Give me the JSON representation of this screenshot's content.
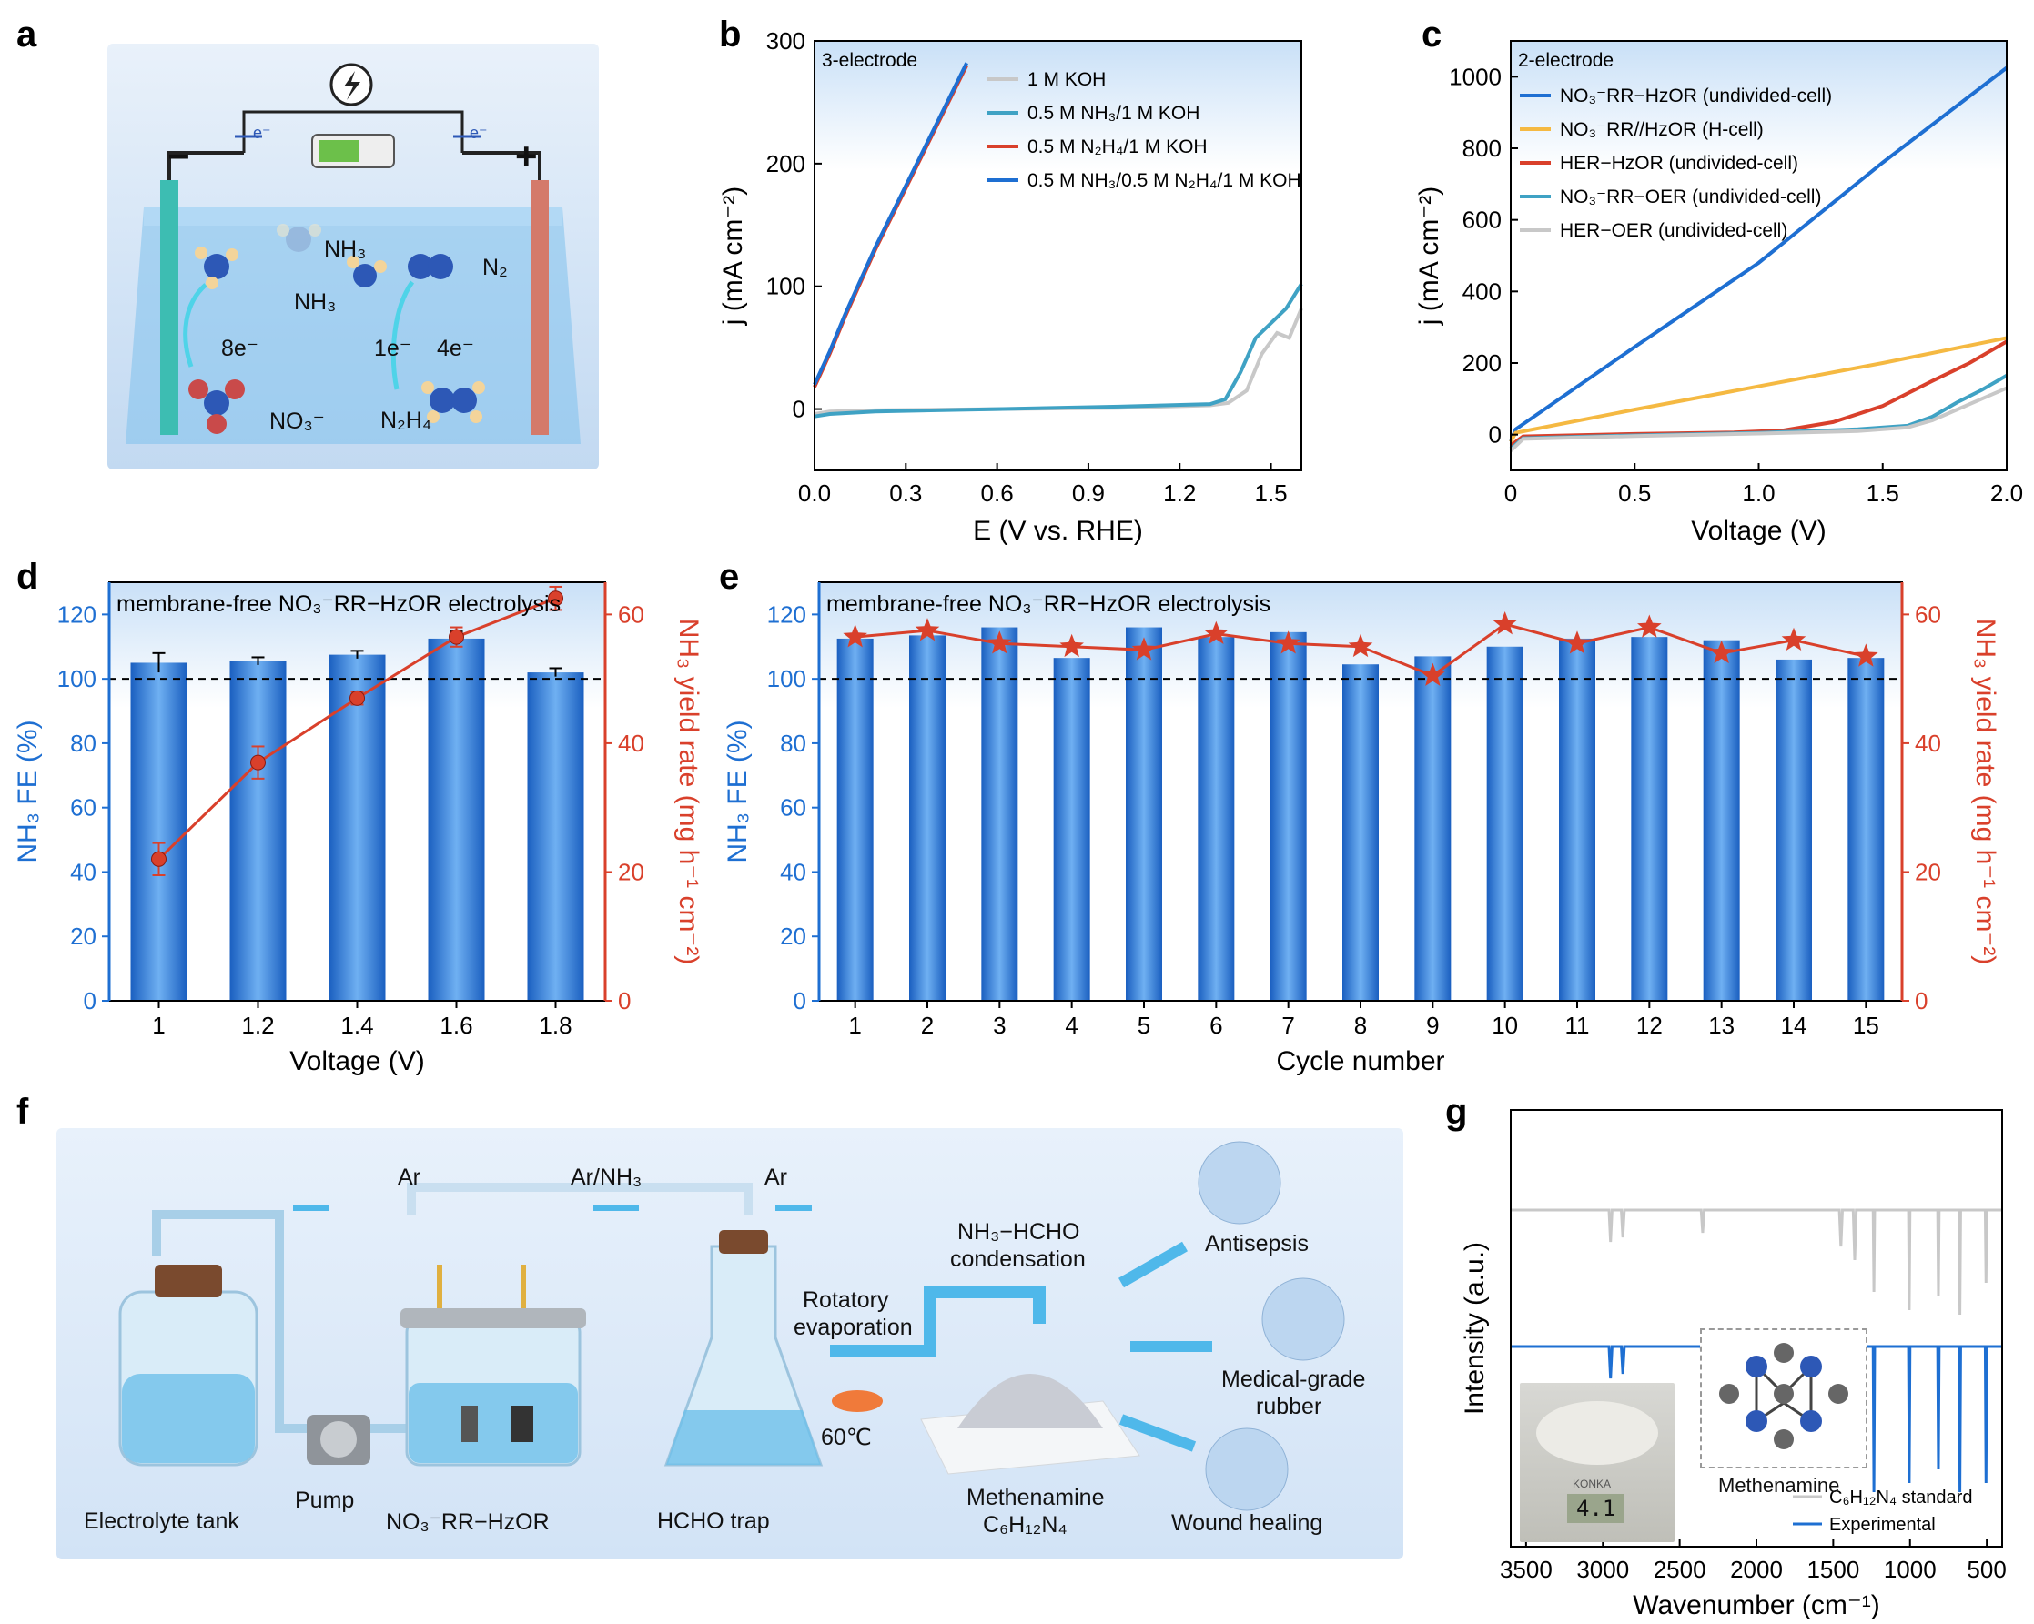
{
  "panel_labels": {
    "a": "a",
    "b": "b",
    "c": "c",
    "d": "d",
    "e": "e",
    "f": "f",
    "g": "g"
  },
  "panel_a": {
    "minus": "−",
    "plus": "+",
    "electron": "e⁻",
    "nh3_top": "NH₃",
    "nh3_left": "NH₃",
    "n2": "N₂",
    "e8": "8e⁻",
    "e1": "1e⁻",
    "e4": "4e⁻",
    "no3": "NO₃⁻",
    "n2h4": "N₂H₄"
  },
  "panel_f": {
    "ar1": "Ar",
    "arnh3": "Ar/NH₃",
    "ar2": "Ar",
    "electrolyte_tank": "Electrolyte tank",
    "pump": "Pump",
    "cell": "NO₃⁻RR−HzOR",
    "trap": "HCHO trap",
    "condensation_line1": "NH₃−HCHO",
    "condensation_line2": "condensation",
    "rot1": "Rotatory",
    "rot2": "evaporation",
    "temp": "60℃",
    "product1": "Methenamine",
    "product2": "C₆H₁₂N₄",
    "app1": "Antisepsis",
    "app2a": "Medical-grade",
    "app2b": "rubber",
    "app3": "Wound healing"
  },
  "panel_g_extra": {
    "inset_label": "Methenamine",
    "scale_brand": "KONKA",
    "scale_reading": "4.1"
  },
  "chart_data": [
    {
      "id": "b",
      "type": "line",
      "annotation": "3-electrode",
      "xlabel": "E (V vs. RHE)",
      "ylabel": "j (mA cm⁻²)",
      "xlim": [
        0,
        1.6
      ],
      "ylim": [
        -50,
        300
      ],
      "xticks": [
        "0.0",
        "0.3",
        "0.6",
        "0.9",
        "1.2",
        "1.5"
      ],
      "xtick_values": [
        0,
        0.3,
        0.6,
        0.9,
        1.2,
        1.5
      ],
      "yticks": [
        "0",
        "100",
        "200",
        "300"
      ],
      "ytick_values": [
        0,
        100,
        200,
        300
      ],
      "legend_position": "top-right",
      "series": [
        {
          "name": "1 M KOH",
          "color": "#c8c8c8",
          "x": [
            0,
            0.05,
            0.2,
            0.6,
            1.0,
            1.3,
            1.36,
            1.42,
            1.47,
            1.52,
            1.56,
            1.6
          ],
          "y": [
            -4,
            -2,
            -1,
            0,
            1,
            3,
            5,
            15,
            45,
            62,
            58,
            82
          ]
        },
        {
          "name": "0.5 M NH₃/1 M KOH",
          "color": "#3fa2c4",
          "x": [
            0,
            0.05,
            0.2,
            0.6,
            1.0,
            1.3,
            1.35,
            1.4,
            1.45,
            1.5,
            1.55,
            1.6
          ],
          "y": [
            -6,
            -4,
            -2,
            0,
            2,
            4,
            8,
            30,
            58,
            70,
            82,
            102
          ]
        },
        {
          "name": "0.5 M N₂H₄/1 M KOH",
          "color": "#d9402b",
          "x": [
            0,
            0.05,
            0.1,
            0.2,
            0.3,
            0.4,
            0.5
          ],
          "y": [
            18,
            45,
            75,
            130,
            180,
            230,
            280
          ]
        },
        {
          "name": "0.5 M NH₃/0.5 M N₂H₄/1 M KOH",
          "color": "#1e6fd2",
          "x": [
            0,
            0.05,
            0.1,
            0.2,
            0.3,
            0.4,
            0.5
          ],
          "y": [
            20,
            47,
            77,
            132,
            182,
            232,
            282
          ]
        }
      ]
    },
    {
      "id": "c",
      "type": "line",
      "annotation": "2-electrode",
      "xlabel": "Voltage (V)",
      "ylabel": "j (mA cm⁻²)",
      "xlim": [
        0,
        2.0
      ],
      "ylim": [
        -100,
        1100
      ],
      "xticks": [
        "0",
        "0.5",
        "1.0",
        "1.5",
        "2.0"
      ],
      "xtick_values": [
        0,
        0.5,
        1.0,
        1.5,
        2.0
      ],
      "yticks": [
        "0",
        "200",
        "400",
        "600",
        "800",
        "1000"
      ],
      "ytick_values": [
        0,
        200,
        400,
        600,
        800,
        1000
      ],
      "legend_position": "top-left",
      "series": [
        {
          "name": "NO₃⁻RR−HzOR (undivided-cell)",
          "color": "#1e6fd2",
          "x": [
            0,
            0.02,
            0.5,
            1.0,
            1.5,
            2.0
          ],
          "y": [
            -20,
            15,
            245,
            480,
            760,
            1025
          ]
        },
        {
          "name": "NO₃⁻RR//HzOR (H-cell)",
          "color": "#f5b942",
          "x": [
            0,
            0.02,
            0.5,
            1.0,
            1.5,
            2.0
          ],
          "y": [
            -20,
            5,
            70,
            135,
            200,
            270
          ]
        },
        {
          "name": "HER−HzOR (undivided-cell)",
          "color": "#d9402b",
          "x": [
            0,
            0.05,
            0.5,
            0.9,
            1.1,
            1.3,
            1.5,
            1.7,
            1.85,
            2.0
          ],
          "y": [
            -30,
            -5,
            2,
            6,
            12,
            35,
            80,
            150,
            200,
            260
          ]
        },
        {
          "name": "NO₃⁻RR−OER (undivided-cell)",
          "color": "#3fa2c4",
          "x": [
            0,
            0.05,
            0.5,
            1.0,
            1.4,
            1.6,
            1.7,
            1.8,
            1.9,
            2.0
          ],
          "y": [
            -40,
            -10,
            -2,
            5,
            15,
            25,
            50,
            90,
            125,
            165
          ]
        },
        {
          "name": "HER−OER (undivided-cell)",
          "color": "#c8c8c8",
          "x": [
            0,
            0.05,
            0.5,
            1.0,
            1.4,
            1.6,
            1.7,
            1.8,
            1.9,
            2.0
          ],
          "y": [
            -45,
            -12,
            -4,
            3,
            10,
            20,
            40,
            70,
            100,
            130
          ]
        }
      ]
    },
    {
      "id": "d",
      "type": "bar",
      "annotation": "membrane-free NO₃⁻RR−HzOR electrolysis",
      "xlabel": "Voltage (V)",
      "ylabel": "NH₃ FE (%)",
      "ylabel_right": "NH₃ yield rate (mg h⁻¹ cm⁻²)",
      "categories": [
        "1",
        "1.2",
        "1.4",
        "1.6",
        "1.8"
      ],
      "ylim": [
        0,
        130
      ],
      "ylim_right": [
        0,
        65
      ],
      "yticks": [
        "0",
        "20",
        "40",
        "60",
        "80",
        "100",
        "120"
      ],
      "ytick_values": [
        0,
        20,
        40,
        60,
        80,
        100,
        120
      ],
      "yticks_right": [
        "0",
        "20",
        "40",
        "60"
      ],
      "ytick_values_right": [
        0,
        20,
        40,
        60
      ],
      "reference_line": 100,
      "series": [
        {
          "name": "NH₃ FE (%)",
          "color": "#1e6fd2",
          "values": [
            105,
            105.5,
            107.5,
            112.5,
            102
          ],
          "errors": [
            3,
            1.2,
            1.2,
            2.2,
            1.3
          ]
        },
        {
          "name": "NH₃ yield rate (mg h⁻¹ cm⁻²)",
          "color": "#d9402b",
          "axis": "right",
          "values": [
            22,
            37,
            47,
            56.5,
            62.5
          ],
          "errors": [
            2.5,
            2.5,
            1,
            1.5,
            1.8
          ]
        }
      ]
    },
    {
      "id": "e",
      "type": "bar",
      "annotation": "membrane-free NO₃⁻RR−HzOR electrolysis",
      "xlabel": "Cycle number",
      "ylabel": "NH₃ FE (%)",
      "ylabel_right": "NH₃ yield rate (mg h⁻¹ cm⁻²)",
      "categories": [
        "1",
        "2",
        "3",
        "4",
        "5",
        "6",
        "7",
        "8",
        "9",
        "10",
        "11",
        "12",
        "13",
        "14",
        "15"
      ],
      "ylim": [
        0,
        130
      ],
      "ylim_right": [
        0,
        65
      ],
      "yticks": [
        "0",
        "20",
        "40",
        "60",
        "80",
        "100",
        "120"
      ],
      "ytick_values": [
        0,
        20,
        40,
        60,
        80,
        100,
        120
      ],
      "yticks_right": [
        "0",
        "20",
        "40",
        "60"
      ],
      "ytick_values_right": [
        0,
        20,
        40,
        60
      ],
      "reference_line": 100,
      "series": [
        {
          "name": "NH₃ FE (%)",
          "color": "#1e6fd2",
          "values": [
            112.5,
            113.5,
            116,
            106.5,
            116,
            113,
            114.5,
            104.5,
            107,
            110,
            112.5,
            113,
            112,
            106,
            106.5
          ]
        },
        {
          "name": "NH₃ yield rate (mg h⁻¹ cm⁻²)",
          "color": "#d9402b",
          "axis": "right",
          "values": [
            56.5,
            57.5,
            55.5,
            55,
            54.5,
            57,
            55.5,
            55,
            50.5,
            58.5,
            55.5,
            58,
            54,
            56,
            53.5
          ]
        }
      ]
    },
    {
      "id": "g",
      "type": "line",
      "xlabel": "Wavenumber (cm⁻¹)",
      "ylabel": "Intensity (a.u.)",
      "xlim": [
        3600,
        400
      ],
      "xticks": [
        "3500",
        "3000",
        "2500",
        "2000",
        "1500",
        "1000",
        "500"
      ],
      "xtick_values": [
        3500,
        3000,
        2500,
        2000,
        1500,
        1000,
        500
      ],
      "legend_position": "bottom-right",
      "series": [
        {
          "name": "C₆H₁₂N₄ standard",
          "color": "#c8c8c8",
          "offset": 1.0,
          "x": [
            3600,
            2960,
            2950,
            2940,
            2880,
            2870,
            2860,
            2360,
            2350,
            2340,
            1460,
            1450,
            1440,
            1370,
            1360,
            1350,
            1240,
            1235,
            1230,
            1010,
            1005,
            1000,
            820,
            815,
            810,
            680,
            675,
            670,
            510,
            505,
            500,
            400
          ],
          "y": [
            0,
            0,
            -0.35,
            0,
            0,
            -0.3,
            0,
            0,
            -0.25,
            0,
            0,
            -0.4,
            0,
            0,
            -0.55,
            0,
            0,
            -0.9,
            0,
            0,
            -1.1,
            0,
            0,
            -0.95,
            0,
            0,
            -1.15,
            0,
            0,
            -0.8,
            0,
            0
          ]
        },
        {
          "name": "Experimental",
          "color": "#1e6fd2",
          "offset": 0.0,
          "x": [
            3600,
            2960,
            2950,
            2940,
            2880,
            2870,
            2860,
            2360,
            2350,
            2340,
            1460,
            1450,
            1440,
            1370,
            1360,
            1350,
            1240,
            1235,
            1230,
            1010,
            1005,
            1000,
            820,
            815,
            810,
            680,
            675,
            670,
            510,
            505,
            500,
            400
          ],
          "y": [
            0,
            0,
            -0.35,
            0,
            0,
            -0.3,
            0,
            0,
            -0.25,
            0,
            0,
            -0.45,
            0,
            0,
            -0.7,
            0,
            0,
            -1.6,
            0,
            0,
            -1.5,
            0,
            0,
            -1.35,
            0,
            0,
            -1.6,
            0,
            0,
            -1.5,
            0,
            0
          ]
        }
      ]
    }
  ]
}
